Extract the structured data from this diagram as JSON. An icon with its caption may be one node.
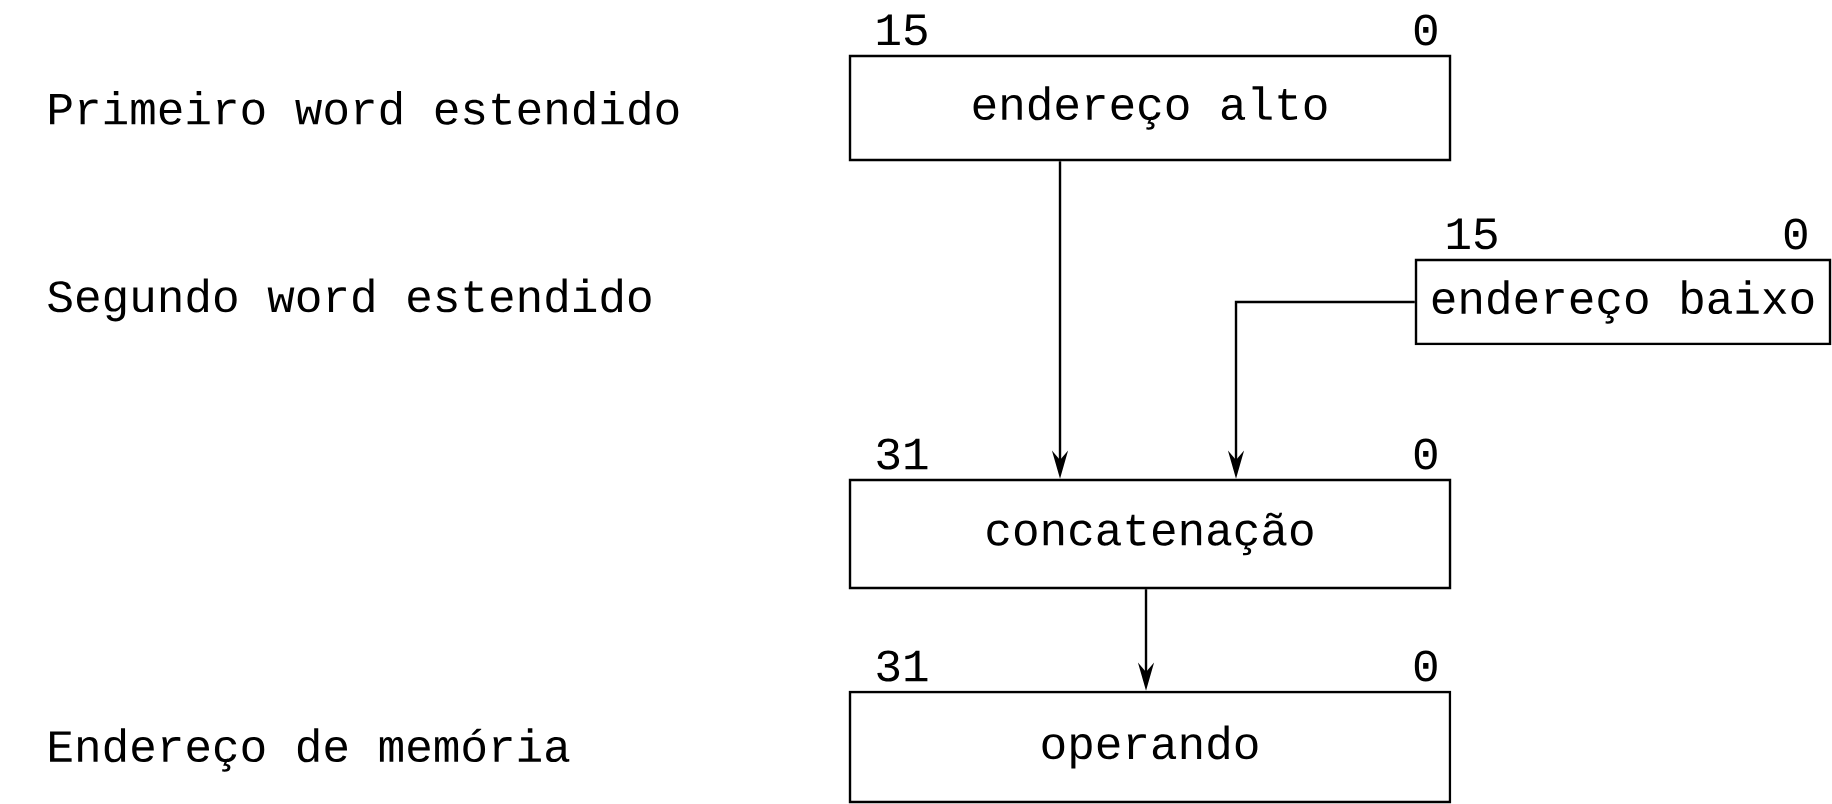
{
  "diagram": {
    "nodes": [
      {
        "text": [
          "endereço alto"
        ],
        "beside": [
          "15",
          "0"
        ]
      },
      {
        "text": [
          "endereço baixo"
        ],
        "beside": [
          "15",
          "0"
        ]
      },
      {
        "text": [
          "concatenação"
        ],
        "beside": [
          "31",
          "0"
        ]
      },
      {
        "text": [
          "operando"
        ],
        "beside": [
          "31",
          "0"
        ]
      }
    ],
    "edges": [
      {
        "from": 0,
        "to": 2,
        "arrow": "to"
      },
      {
        "from": 1,
        "to": 2,
        "arrow": "to"
      },
      {
        "from": 2,
        "to": 3,
        "arrow": "to"
      }
    ],
    "labels": [
      "Primeiro word estendido",
      "Segundo word estendido",
      "Endereço de memória"
    ]
  }
}
